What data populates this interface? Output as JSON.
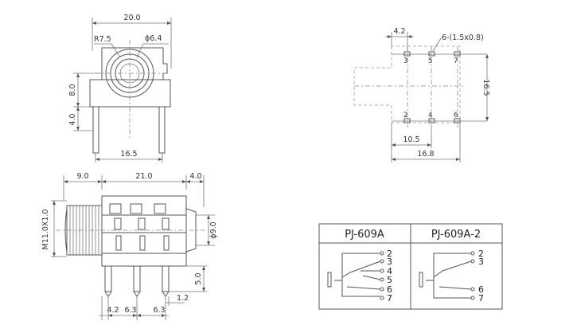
{
  "front_view": {
    "dim_width": "20.0",
    "dim_radius": "R7.5",
    "dim_hole": "ϕ6.4",
    "dim_height": "8.0",
    "dim_pin_length": "4.0",
    "dim_pin_span": "16.5"
  },
  "footprint_view": {
    "dim_offset": "4.2",
    "dim_pad": "6-(1.5x0.8)",
    "dim_height": "16.5",
    "dim_span_a": "10.5",
    "dim_span_b": "16.8",
    "pins_top": [
      "3",
      "5",
      "7"
    ],
    "pins_bottom": [
      "2",
      "4",
      "6"
    ]
  },
  "side_view": {
    "dim_thread_len": "9.0",
    "dim_body_len": "21.0",
    "dim_tail": "4.0",
    "dim_thread": "M11.0X1.0",
    "dim_dia": "ϕ9.0",
    "dim_pin_len": "5.0",
    "dim_pitch_a": "4.2",
    "dim_pitch_b": "6.3",
    "dim_pitch_c": "6.3",
    "dim_pin_w": "1.2"
  },
  "schematic_table": {
    "col_a_title": "PJ-609A",
    "col_b_title": "PJ-609A-2",
    "col_a_pins": [
      "2",
      "3",
      "4",
      "5",
      "6",
      "7"
    ],
    "col_b_pins": [
      "2",
      "3",
      "6",
      "7"
    ]
  }
}
